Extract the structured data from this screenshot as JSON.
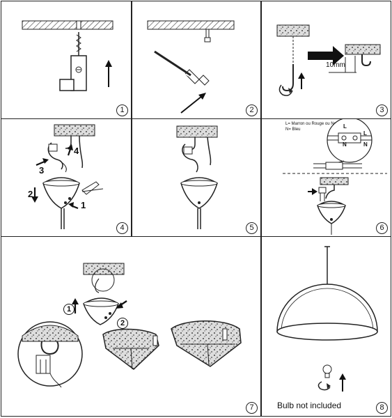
{
  "steps": [
    "1",
    "2",
    "3",
    "4",
    "5",
    "6",
    "7",
    "8"
  ],
  "panel3": {
    "measure": "10mm"
  },
  "panel4": {
    "labels": [
      "1",
      "2",
      "3",
      "4"
    ]
  },
  "panel6": {
    "legend_line1": "L= Marron ou Rouge ou Noir",
    "legend_line2": "N= Bleu",
    "terminal_L": "L",
    "terminal_N": "N",
    "terminal_L2": "L",
    "terminal_N2": "N"
  },
  "panel7": {
    "labels": [
      "1",
      "2"
    ]
  },
  "panel8": {
    "note": "Bulb not included"
  }
}
